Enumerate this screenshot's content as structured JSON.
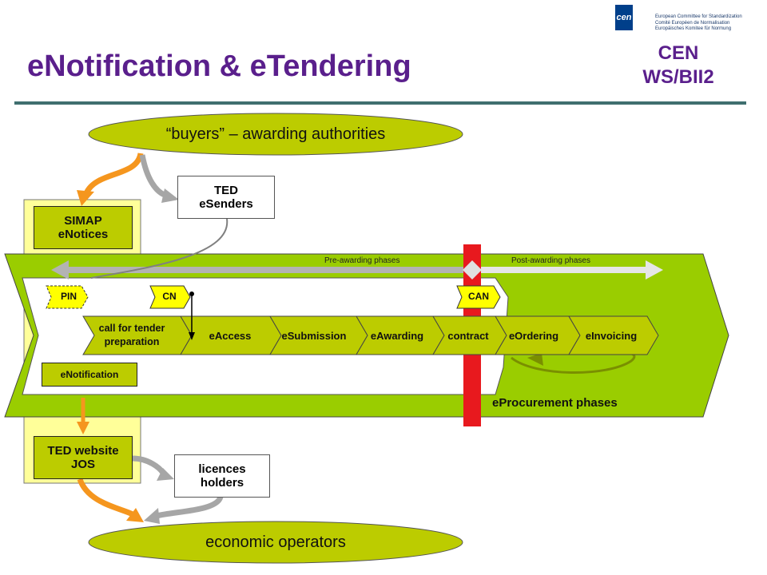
{
  "header": {
    "title": "eNotification & eTendering",
    "logo_text": "cen",
    "org_lines": [
      "European Committee for Standardization",
      "Comité Européen de Normalisation",
      "Europäisches Komitee für Normung"
    ],
    "badge_line1": "CEN",
    "badge_line2": "WS/BII2"
  },
  "nodes": {
    "buyers": "“buyers” – awarding authorities",
    "operators": "economic operators",
    "ted_esenders": [
      "TED",
      "eSenders"
    ],
    "simap": [
      "SIMAP",
      "eNotices"
    ],
    "ted_website": [
      "TED website",
      "JOS"
    ],
    "licences": [
      "licences",
      "holders"
    ],
    "enotification": "eNotification"
  },
  "phases": {
    "pre_awarding": "Pre-awarding  phases",
    "post_awarding": "Post-awarding phases",
    "eprocurement": "eProcurement phases",
    "notices": [
      "PIN",
      "CN",
      "CAN"
    ],
    "steps": [
      [
        "call for tender",
        "preparation"
      ],
      [
        "eAccess"
      ],
      [
        "eSubmission"
      ],
      [
        "eAwarding"
      ],
      [
        "contract"
      ],
      [
        "eOrdering"
      ],
      [
        "eInvoicing"
      ]
    ]
  },
  "colors": {
    "green": "#9acd00",
    "olive": "#bccc00",
    "yellow_notice": "#ffff00",
    "pale_yellow": "#ffff99",
    "orange": "#f5961e",
    "gray": "#a6a6a6",
    "red": "#e8191e",
    "purple": "#5a1f8c"
  }
}
